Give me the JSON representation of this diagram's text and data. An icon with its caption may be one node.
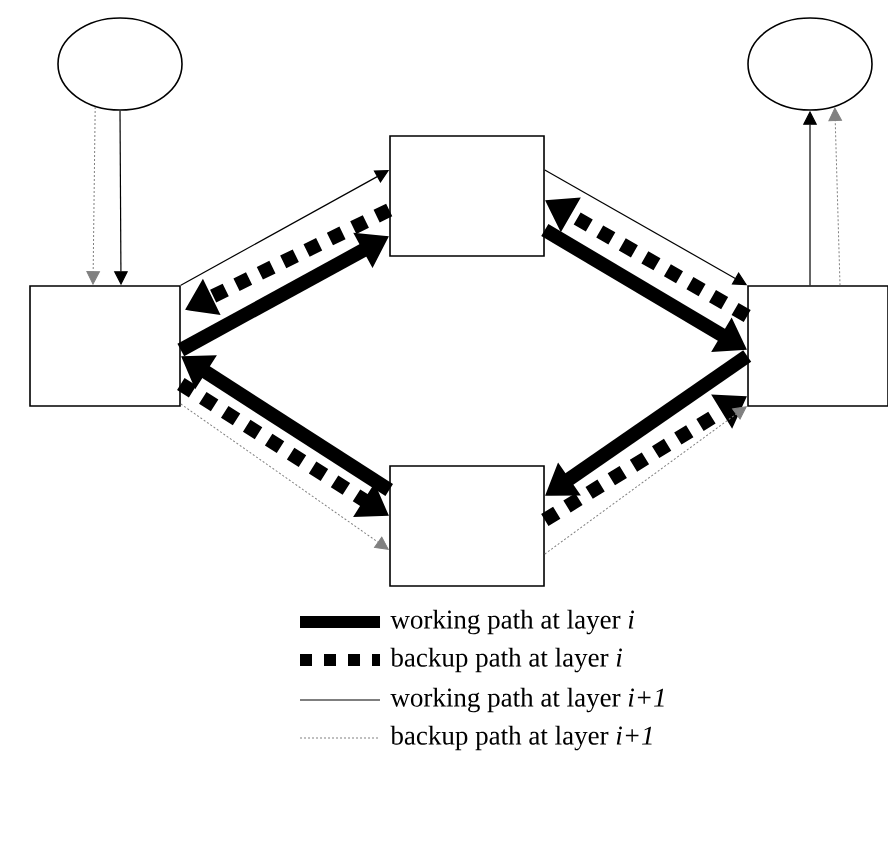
{
  "diagram": {
    "nodes": [
      {
        "text": [],
        "shape": "ellipse"
      },
      {
        "text": [],
        "shape": "ellipse"
      },
      {
        "text": [],
        "shape": "box"
      },
      {
        "text": [],
        "shape": "box"
      },
      {
        "text": [],
        "shape": "box"
      },
      {
        "text": [],
        "shape": "box"
      }
    ],
    "edges": [
      {
        "from": 0,
        "to": 2,
        "arrow": "to",
        "style": "dashed",
        "color": "#808080"
      },
      {
        "from": 0,
        "to": 2,
        "arrow": "to"
      },
      {
        "from": 2,
        "to": 3,
        "arrow": "to"
      },
      {
        "from": 3,
        "to": 2,
        "arrow": "to",
        "style": "dashed"
      },
      {
        "from": 2,
        "to": 3,
        "arrow": "to",
        "style": "thick"
      },
      {
        "from": 3,
        "to": 4,
        "arrow": "to"
      },
      {
        "from": 4,
        "to": 3,
        "arrow": "to",
        "style": "dashed"
      },
      {
        "from": 3,
        "to": 4,
        "arrow": "to",
        "style": "thick"
      },
      {
        "from": 4,
        "to": 5,
        "arrow": "to",
        "style": "thick"
      },
      {
        "from": 5,
        "to": 4,
        "arrow": "to",
        "style": "dashed"
      },
      {
        "from": 5,
        "to": 4,
        "arrow": "to",
        "style": "dashed",
        "color": "#808080"
      },
      {
        "from": 5,
        "to": 2,
        "arrow": "to",
        "style": "thick"
      },
      {
        "from": 2,
        "to": 5,
        "arrow": "to",
        "style": "dashed"
      },
      {
        "from": 2,
        "to": 5,
        "arrow": "to",
        "style": "dashed",
        "color": "#808080"
      },
      {
        "from": 4,
        "to": 1,
        "arrow": "to"
      },
      {
        "from": 4,
        "to": 1,
        "arrow": "to",
        "style": "dashed",
        "color": "#808080"
      }
    ],
    "legend": [
      {
        "text": "working path at layer *i*"
      },
      {
        "text": "backup path at layer *i*"
      },
      {
        "text": "working path at layer *i+1*"
      },
      {
        "text": "backup path at layer *i+1*"
      }
    ]
  }
}
